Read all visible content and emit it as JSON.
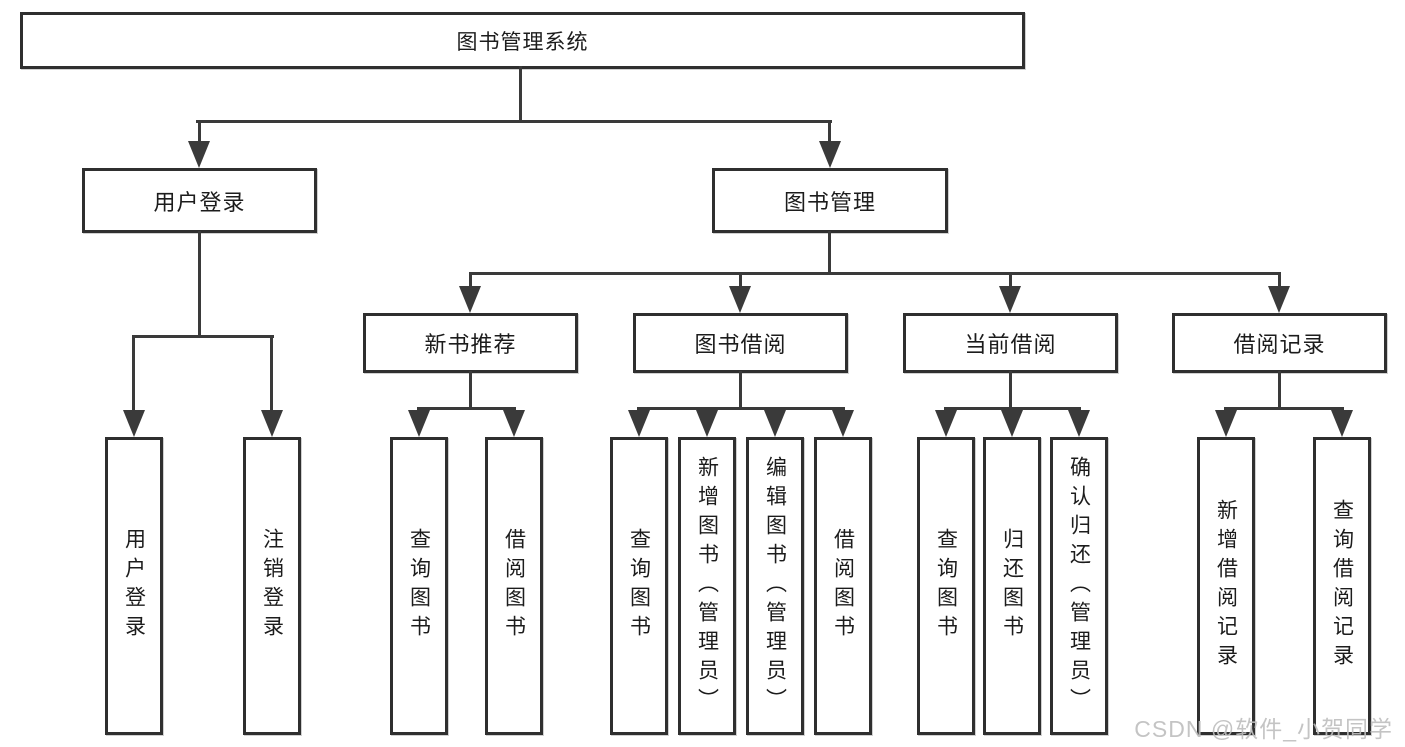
{
  "diagram": {
    "root": "图书管理系统",
    "login_branch": {
      "label": "用户登录",
      "leaves": [
        "用户登录",
        "注销登录"
      ]
    },
    "mgmt_branch": {
      "label": "图书管理",
      "groups": [
        {
          "label": "新书推荐",
          "leaves": [
            "查询图书",
            "借阅图书"
          ]
        },
        {
          "label": "图书借阅",
          "leaves": [
            "查询图书",
            "新增图书（管理员）",
            "编辑图书（管理员）",
            "借阅图书"
          ]
        },
        {
          "label": "当前借阅",
          "leaves": [
            "查询图书",
            "归还图书",
            "确认归还（管理员）"
          ]
        },
        {
          "label": "借阅记录",
          "leaves": [
            "新增借阅记录",
            "查询借阅记录"
          ]
        }
      ]
    }
  },
  "watermark": "CSDN @软件_小贺同学",
  "colors": {
    "line": "#3a3a3a",
    "box_border": "#2f2f2f",
    "text": "#1c1c1c",
    "watermark": "#bebebe",
    "background": "#ffffff"
  }
}
